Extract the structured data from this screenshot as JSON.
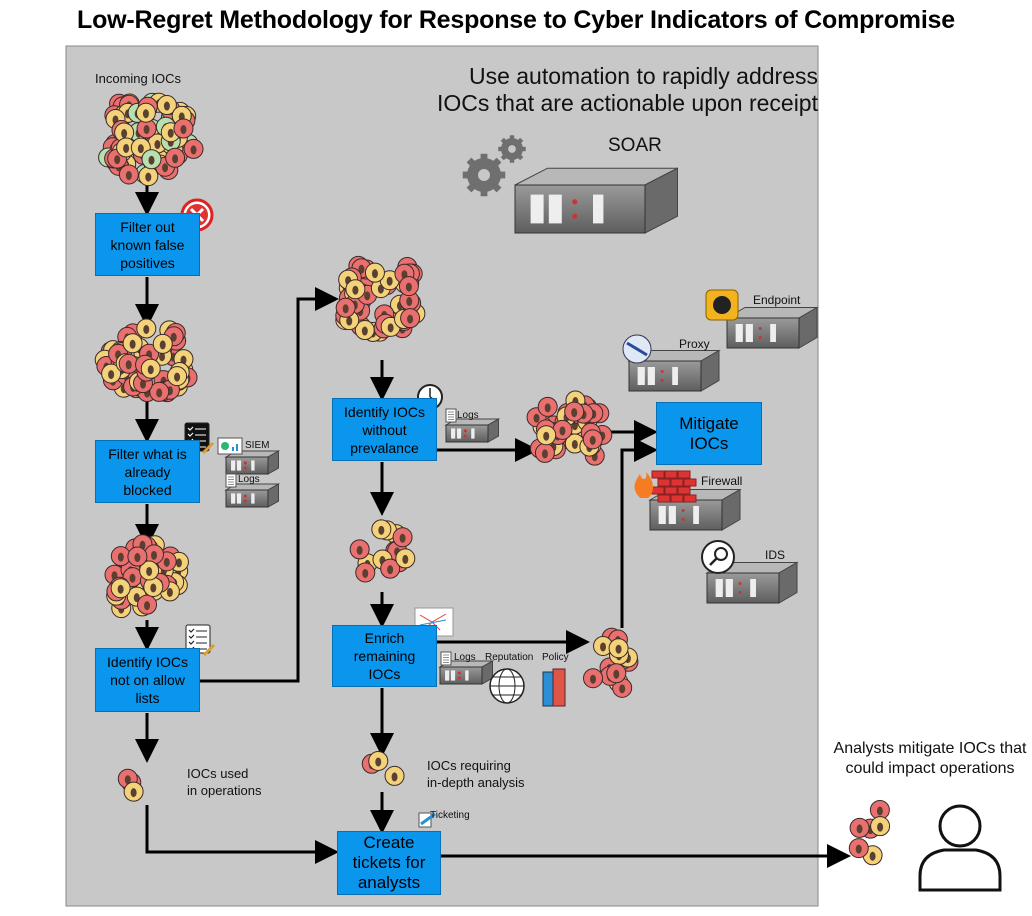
{
  "title": "Low-Regret Methodology for Response to Cyber Indicators of Compromise",
  "headline": {
    "line1": "Use automation to rapidly address",
    "line2": "IOCs that are actionable upon receipt"
  },
  "soar_label": "SOAR",
  "incoming_label": "Incoming IOCs",
  "steps": {
    "filter_fp": "Filter out known false positives",
    "filter_blocked": "Filter what is already blocked",
    "identify_allow": "Identify IOCs not on allow lists",
    "identify_prevalence": "Identify IOCs without prevalance",
    "enrich": "Enrich remaining IOCs",
    "mitigate": "Mitigate IOCs",
    "tickets": "Create tickets for analysts"
  },
  "tools": {
    "siem": "SIEM",
    "logs": "Logs",
    "reputation": "Reputation",
    "policy": "Policy",
    "ticketing": "Ticketing",
    "endpoint": "Endpoint",
    "proxy": "Proxy",
    "firewall": "Firewall",
    "ids": "IDS"
  },
  "notes": {
    "used_ops_1": "IOCs used",
    "used_ops_2": "in operations",
    "indepth_1": "IOCs requiring",
    "indepth_2": "in-depth analysis",
    "analysts": "Analysts mitigate IOCs that could impact operations"
  },
  "colors": {
    "panel": "#c8c8c8",
    "box": "#0b96ee",
    "ioc_red": "#ea6f6f",
    "ioc_yellow": "#f3d27a",
    "ioc_green": "#b7e0b0"
  }
}
